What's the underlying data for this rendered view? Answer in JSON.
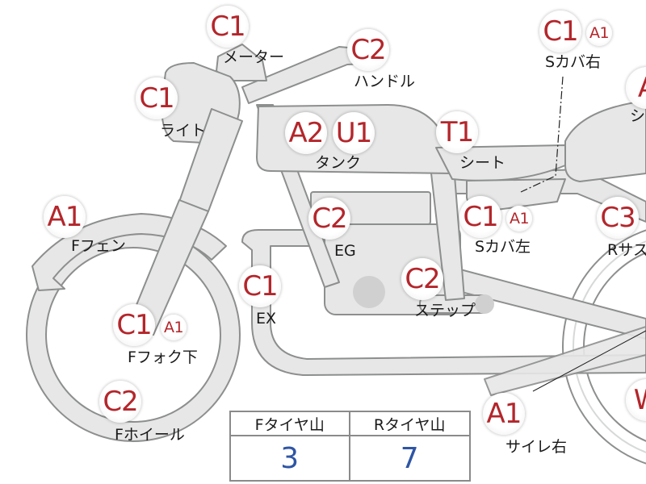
{
  "badges": [
    {
      "id": "meter",
      "text": "C1"
    },
    {
      "id": "handle",
      "text": "C2"
    },
    {
      "id": "light",
      "text": "C1"
    },
    {
      "id": "tank-a",
      "text": "A2"
    },
    {
      "id": "tank-b",
      "text": "U1"
    },
    {
      "id": "seat",
      "text": "T1"
    },
    {
      "id": "scover-r",
      "text": "C1"
    },
    {
      "id": "scover-r-sub",
      "text": "A1"
    },
    {
      "id": "right-edge-top",
      "text": "A"
    },
    {
      "id": "ffender",
      "text": "A1"
    },
    {
      "id": "eg",
      "text": "C2"
    },
    {
      "id": "scover-l",
      "text": "C1"
    },
    {
      "id": "scover-l-sub",
      "text": "A1"
    },
    {
      "id": "rsus",
      "text": "C3"
    },
    {
      "id": "ex",
      "text": "C1"
    },
    {
      "id": "step",
      "text": "C2"
    },
    {
      "id": "ffork",
      "text": "C1"
    },
    {
      "id": "ffork-sub",
      "text": "A1"
    },
    {
      "id": "fwheel",
      "text": "C2"
    },
    {
      "id": "muffler-r",
      "text": "A1"
    },
    {
      "id": "right-edge-bottom",
      "text": "W"
    }
  ],
  "labels": {
    "meter": "メーター",
    "handle": "ハンドル",
    "light": "ライト",
    "tank": "タンク",
    "seat": "シート",
    "scover_r": "Sカバ右",
    "right_edge": "シ",
    "ffender": "Fフェン",
    "eg": "EG",
    "scover_l": "Sカバ左",
    "rsus": "Rサス",
    "ex": "EX",
    "step": "ステップ",
    "ffork": "Fフォク下",
    "fwheel": "Fホイール",
    "muffler_r": "サイレ右"
  },
  "tire_table": {
    "headers": [
      "Fタイヤ山",
      "Rタイヤ山"
    ],
    "values": [
      "3",
      "7"
    ]
  },
  "colors": {
    "badge_text": "#b3262b",
    "value_text": "#2f55a4",
    "part_fill": "#e6e7e6",
    "part_stroke": "#8d8f8e"
  }
}
